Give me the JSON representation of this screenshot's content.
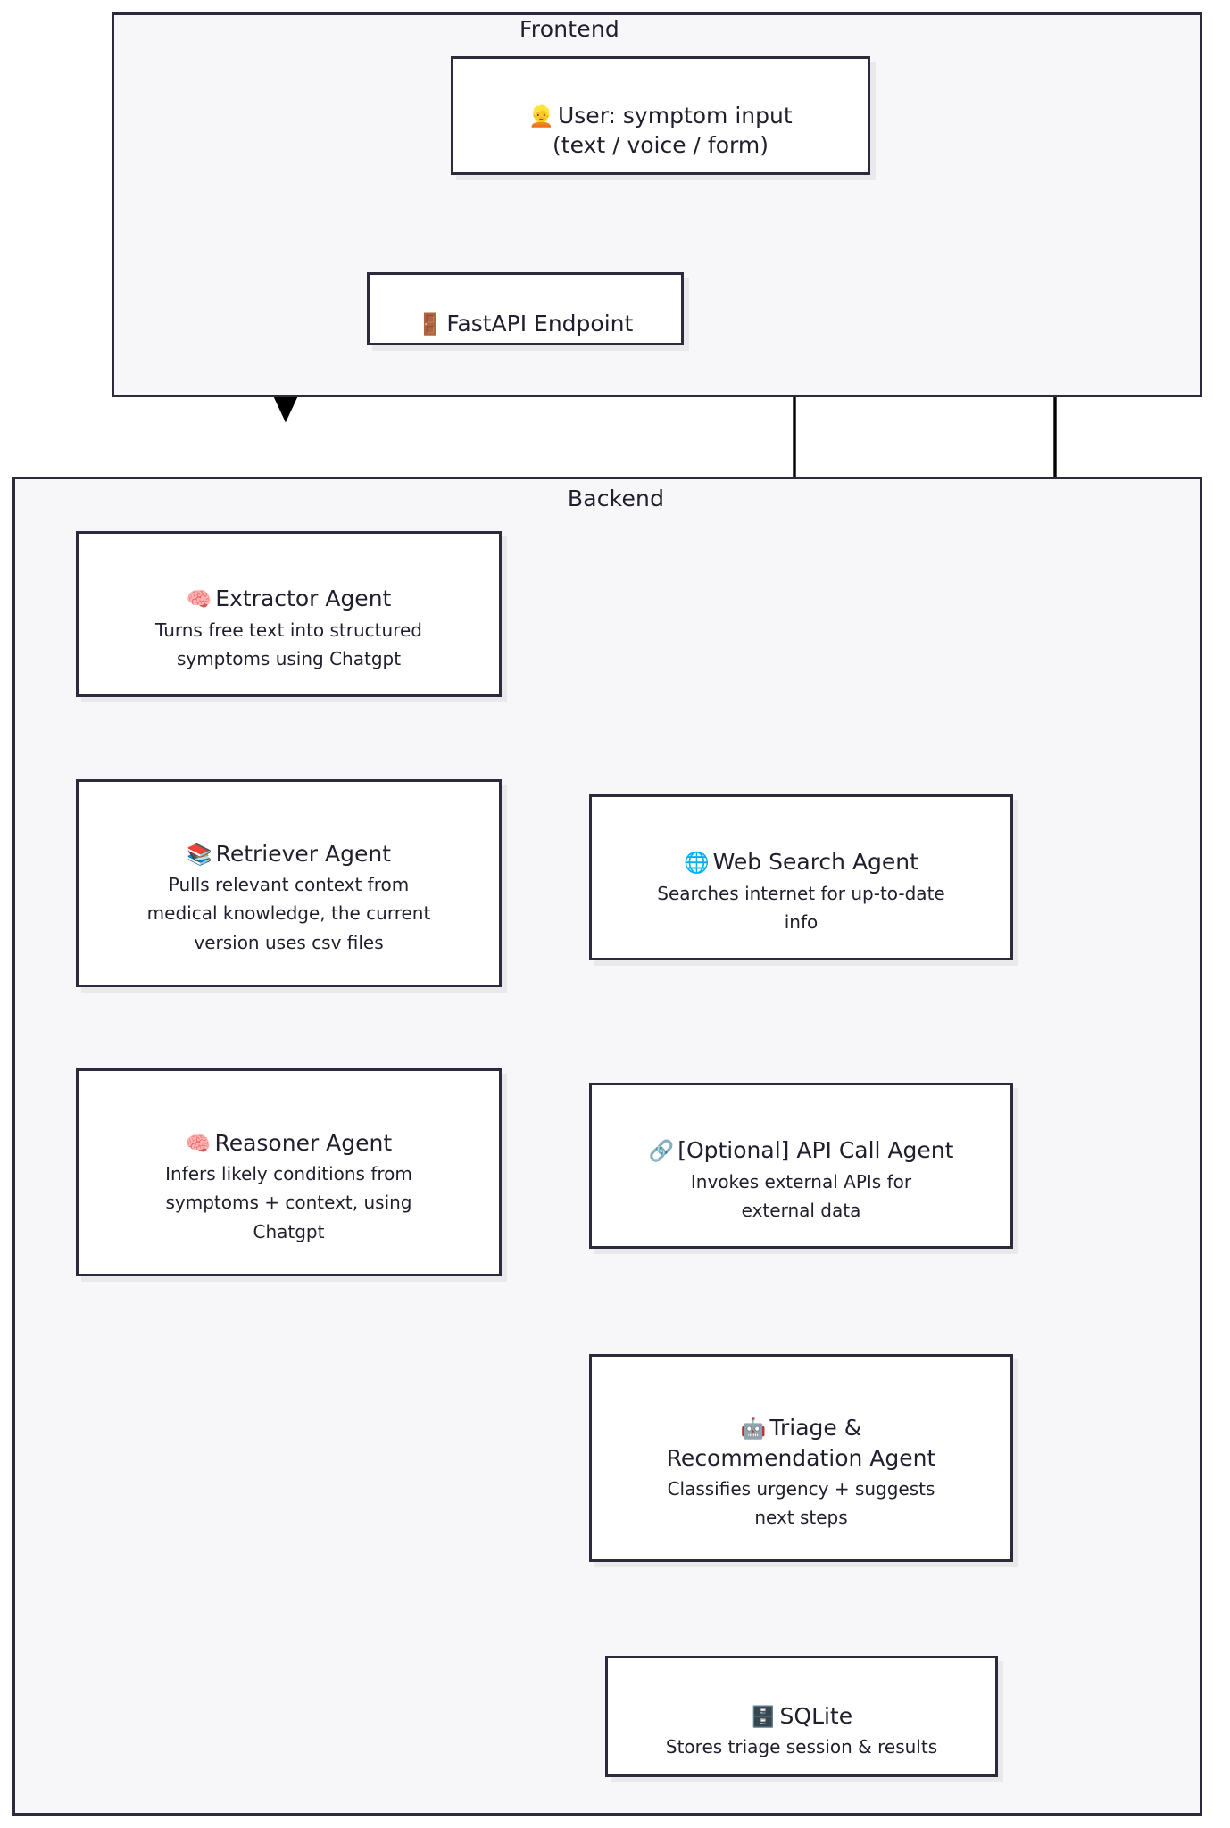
{
  "diagram": {
    "type": "flowchart",
    "direction": "top-down",
    "theme": {
      "node_fill": "#ffffff",
      "node_stroke": "#2b2b3d",
      "cluster_fill": "#f7f7fa",
      "cluster_stroke": "#2b2b3d",
      "edge_color": "#000000",
      "text_color": "#1f1f2e"
    },
    "clusters": [
      {
        "id": "frontend",
        "label": "Frontend"
      },
      {
        "id": "backend",
        "label": "Backend"
      }
    ],
    "nodes": [
      {
        "id": "user",
        "cluster": "frontend",
        "icon": "person-icon",
        "emoji": "👱",
        "title": "User: symptom input",
        "line2": "(text / voice / form)",
        "desc": ""
      },
      {
        "id": "fastapi",
        "cluster": "frontend",
        "icon": "door-icon",
        "emoji": "🚪",
        "title": "FastAPI Endpoint",
        "line2": "",
        "desc": ""
      },
      {
        "id": "extractor",
        "cluster": "backend",
        "icon": "brain-icon",
        "emoji": "🧠",
        "title": "Extractor Agent",
        "line2": "",
        "desc": "Turns free text into structured\nsymptoms using Chatgpt"
      },
      {
        "id": "retriever",
        "cluster": "backend",
        "icon": "books-icon",
        "emoji": "📚",
        "title": "Retriever Agent",
        "line2": "",
        "desc": "Pulls relevant context from\nmedical knowledge, the current\nversion uses csv files"
      },
      {
        "id": "reasoner",
        "cluster": "backend",
        "icon": "brain-icon",
        "emoji": "🧠",
        "title": "Reasoner Agent",
        "line2": "",
        "desc": "Infers likely conditions from\nsymptoms + context, using\nChatgpt"
      },
      {
        "id": "websearch",
        "cluster": "backend",
        "icon": "globe-icon",
        "emoji": "🌐",
        "title": "Web Search Agent",
        "line2": "",
        "desc": "Searches internet for up-to-date\ninfo"
      },
      {
        "id": "apicall",
        "cluster": "backend",
        "icon": "link-icon",
        "emoji": "🔗",
        "title": "[Optional] API Call Agent",
        "line2": "",
        "desc": "Invokes external APIs for\nexternal data"
      },
      {
        "id": "triage",
        "cluster": "backend",
        "icon": "robot-icon",
        "emoji": "🤖",
        "title": "Triage &",
        "line2": "Recommendation Agent",
        "desc": "Classifies urgency + suggests\nnext steps"
      },
      {
        "id": "sqlite",
        "cluster": "backend",
        "icon": "file-cabinet-icon",
        "emoji": "🗄️",
        "title": "SQLite",
        "line2": "",
        "desc": "Stores triage session & results"
      }
    ],
    "edges": [
      {
        "from": "user",
        "to": "fastapi",
        "label": ""
      },
      {
        "from": "fastapi",
        "to": "extractor",
        "label": ""
      },
      {
        "from": "fastapi",
        "to": "websearch",
        "label": ""
      },
      {
        "from": "extractor",
        "to": "retriever",
        "label": ""
      },
      {
        "from": "retriever",
        "to": "reasoner",
        "label": ""
      },
      {
        "from": "websearch",
        "to": "apicall",
        "label": ""
      },
      {
        "from": "reasoner",
        "to": "triage",
        "label": ""
      },
      {
        "from": "apicall",
        "to": "triage",
        "label": ""
      },
      {
        "from": "triage",
        "to": "sqlite",
        "label": ""
      },
      {
        "from": "triage",
        "to": "user",
        "label": ""
      }
    ]
  }
}
